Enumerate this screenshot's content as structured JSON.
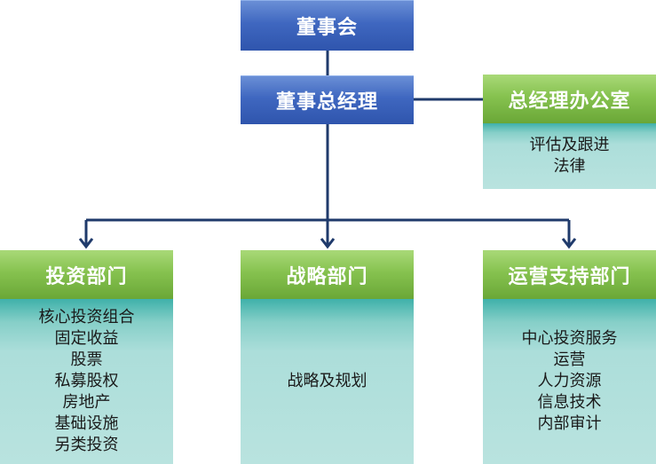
{
  "board": {
    "title": "董事会"
  },
  "ceo": {
    "title": "董事总经理"
  },
  "office": {
    "title": "总经理办公室",
    "items": [
      "评估及跟进",
      "法律"
    ]
  },
  "departments": [
    {
      "title": "投资部门",
      "items": [
        "核心投资组合",
        "固定收益",
        "股票",
        "私募股权",
        "房地产",
        "基础设施",
        "另类投资"
      ]
    },
    {
      "title": "战略部门",
      "items": [
        "战略及规划"
      ]
    },
    {
      "title": "运营支持部门",
      "items": [
        "中心投资服务",
        "运营",
        "人力资源",
        "信息技术",
        "内部审计"
      ]
    }
  ],
  "colors": {
    "line": "#1f3a6b",
    "blue_box": "#3f67c0",
    "green_header": "#86c24f",
    "teal_body": "#b9e3df"
  }
}
